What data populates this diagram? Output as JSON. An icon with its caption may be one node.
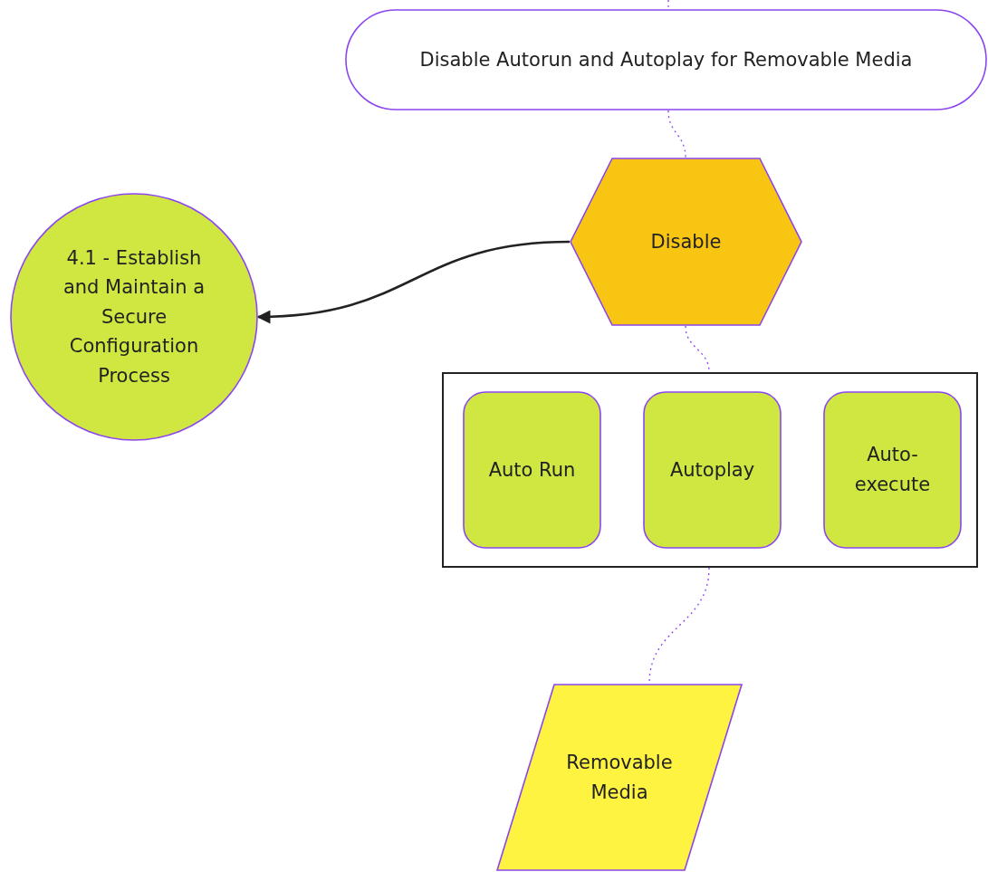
{
  "diagram": {
    "nodes": [
      {
        "text": [
          "Disable Autorun and Autoplay for Removable Media"
        ]
      },
      {
        "text": [
          "Disable"
        ]
      },
      {
        "text": [
          "4.1 - Establish and Maintain a Secure Configuration Process"
        ]
      },
      {
        "text": [],
        "shape": "box"
      },
      {
        "text": [
          "Auto Run"
        ],
        "in": 3
      },
      {
        "text": [
          "Autoplay"
        ],
        "in": 3
      },
      {
        "text": [
          "Auto-execute"
        ],
        "in": 3
      },
      {
        "text": [
          "Removable Media"
        ]
      }
    ],
    "edges": [
      {
        "from": null,
        "to": 0,
        "arrow": "none",
        "style": "dashed"
      },
      {
        "from": 0,
        "to": 1,
        "arrow": "none",
        "style": "dashed"
      },
      {
        "from": 1,
        "to": 2,
        "arrow": "to",
        "color": "#222222"
      },
      {
        "from": 1,
        "to": 3,
        "arrow": "none",
        "style": "dashed"
      },
      {
        "from": 3,
        "to": 7,
        "arrow": "none",
        "style": "dashed"
      }
    ]
  }
}
